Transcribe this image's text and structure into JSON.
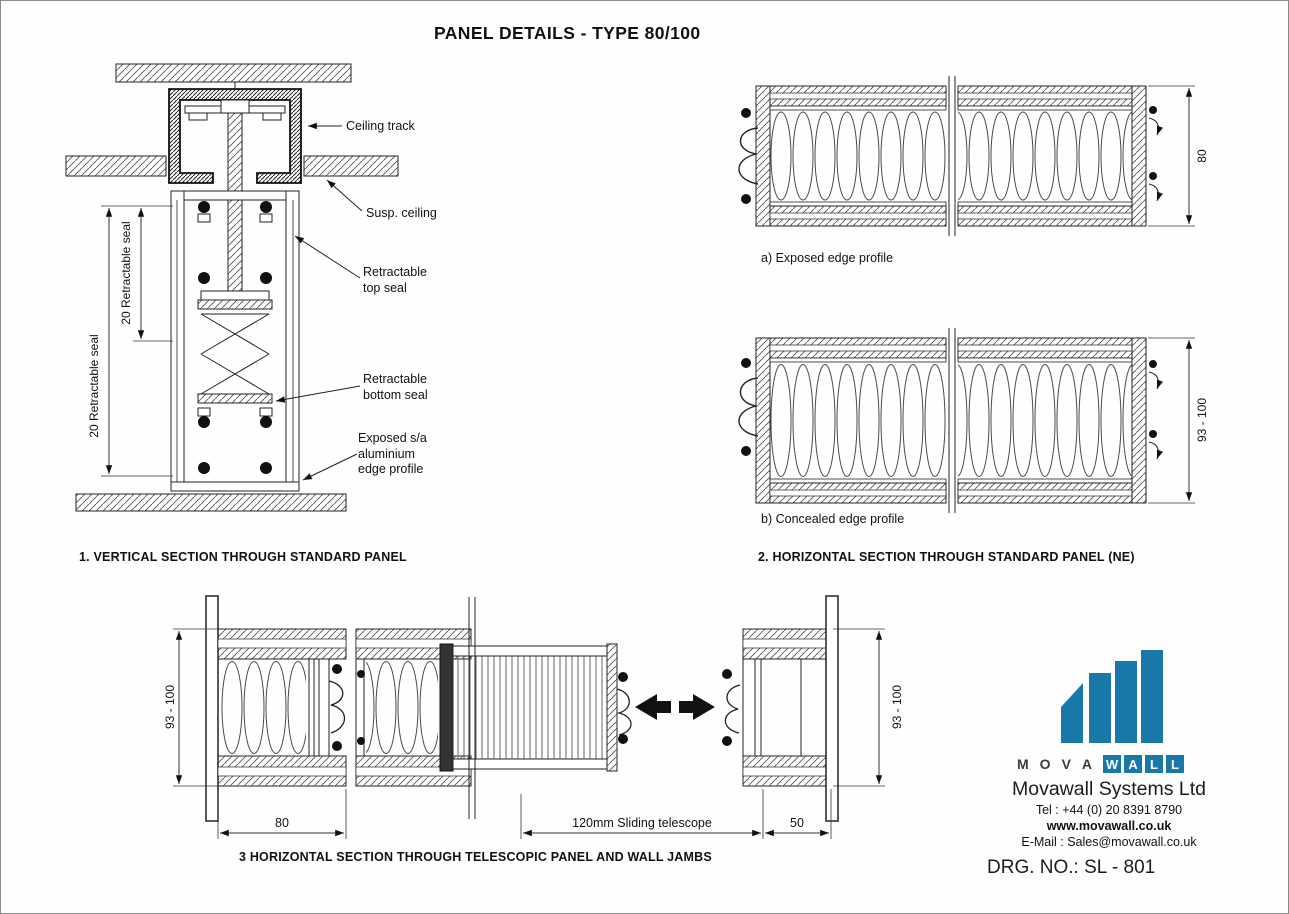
{
  "title": "PANEL DETAILS - TYPE 80/100",
  "section1": {
    "caption": "1. VERTICAL SECTION THROUGH STANDARD PANEL",
    "labels": {
      "ceiling_track": "Ceiling track",
      "susp_ceiling": "Susp. ceiling",
      "top_seal": "Retractable\ntop seal",
      "bottom_seal": "Retractable\nbottom seal",
      "edge_profile": "Exposed s/a\naluminium\nedge profile"
    },
    "dims": {
      "seal_upper": "20 Retractable seal",
      "seal_lower": "20 Retractable seal"
    }
  },
  "section2": {
    "caption": "2. HORIZONTAL SECTION THROUGH STANDARD PANEL (NE)",
    "variant_a": {
      "label": "a) Exposed edge profile",
      "dim": "80"
    },
    "variant_b": {
      "label": "b) Concealed edge profile",
      "dim": "93 - 100"
    }
  },
  "section3": {
    "caption": "3 HORIZONTAL SECTION THROUGH TELESCOPIC PANEL AND WALL JAMBS",
    "dims": {
      "left_thickness": "93 - 100",
      "left_width": "80",
      "telescope": "120mm Sliding telescope",
      "right_width": "50",
      "right_thickness": "93 - 100"
    }
  },
  "company": {
    "logo_color": "#1878a8",
    "mova_letters": [
      "M",
      "O",
      "V",
      "A"
    ],
    "wall_letters": [
      "W",
      "A",
      "L",
      "L"
    ],
    "name": "Movawall Systems Ltd",
    "tel": "Tel : +44 (0) 20 8391 8790",
    "web": "www.movawall.co.uk",
    "email": "E-Mail : Sales@movawall.co.uk",
    "drg_no": "DRG. NO.: SL - 801"
  }
}
